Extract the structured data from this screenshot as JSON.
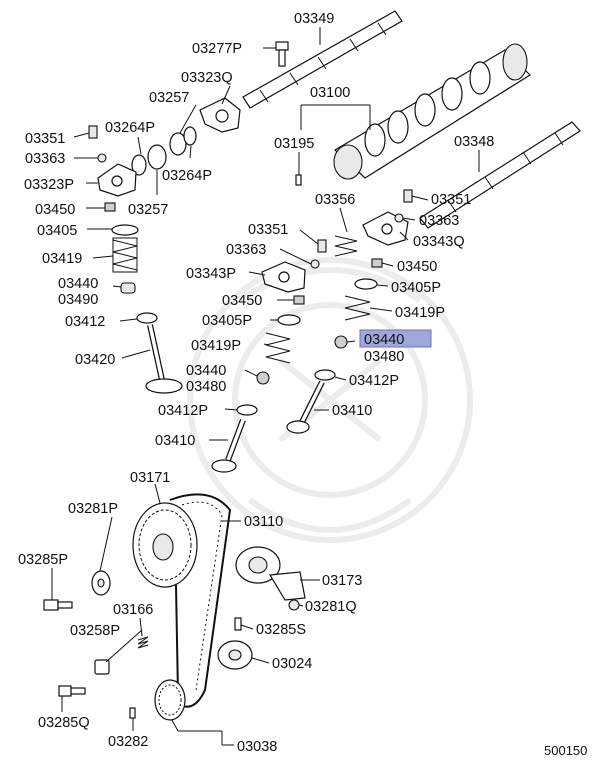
{
  "diagram": {
    "reference_number": "500150",
    "highlight_color": "#9fa6dc",
    "highlighted_part": "03440",
    "labels": {
      "p03349": "03349",
      "p03277P": "03277P",
      "p03323Q": "03323Q",
      "p03257_top": "03257",
      "p03100": "03100",
      "p03351_left": "03351",
      "p03264P_left": "03264P",
      "p03195": "03195",
      "p03348": "03348",
      "p03363_left": "03363",
      "p03323P": "03323P",
      "p03264P_right": "03264P",
      "p03450_left": "03450",
      "p03257_bottom": "03257",
      "p03356": "03356",
      "p03351_right": "03351",
      "p03405_left": "03405",
      "p03351_mid": "03351",
      "p03363_right": "03363",
      "p03363_mid": "03363",
      "p03343Q": "03343Q",
      "p03419_left": "03419",
      "p03343P": "03343P",
      "p03450_right": "03450",
      "p03440_left": "03440",
      "p03490": "03490",
      "p03405P_right": "03405P",
      "p03450_mid": "03450",
      "p03419P_right": "03419P",
      "p03412": "03412",
      "p03405P_mid": "03405P",
      "p03440_selected": "03440",
      "p03480_right": "03480",
      "p03419P_mid": "03419P",
      "p03420": "03420",
      "p03440_mid": "03440",
      "p03480_mid": "03480",
      "p03412P_right": "03412P",
      "p03412P_mid": "03412P",
      "p03410_right": "03410",
      "p03410_left": "03410",
      "p03171": "03171",
      "p03281P": "03281P",
      "p03110": "03110",
      "p03285P": "03285P",
      "p03173": "03173",
      "p03166": "03166",
      "p03281Q": "03281Q",
      "p03258P": "03258P",
      "p03285S": "03285S",
      "p03024": "03024",
      "p03285Q": "03285Q",
      "p03282": "03282",
      "p03038": "03038"
    }
  }
}
